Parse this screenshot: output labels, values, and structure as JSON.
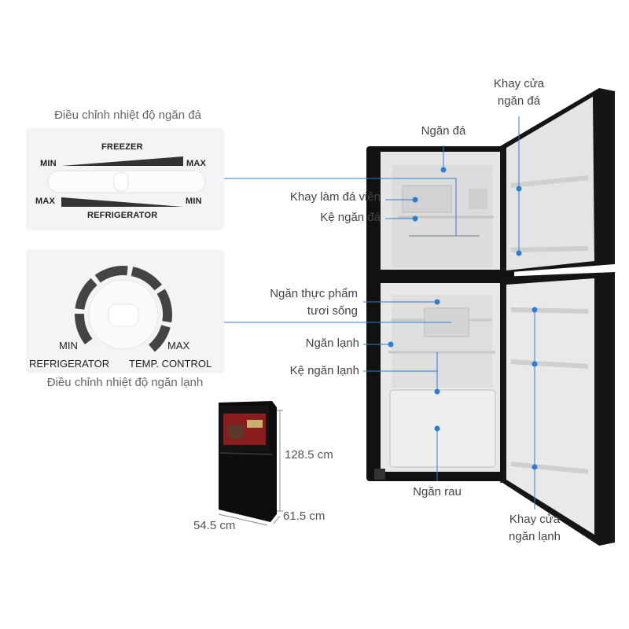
{
  "freezer_panel": {
    "caption": "Điều chỉnh nhiệt độ ngăn đá",
    "freezer_label": "FREEZER",
    "refrigerator_label": "REFRIGERATOR",
    "min_top": "MIN",
    "max_top": "MAX",
    "max_bottom": "MAX",
    "min_bottom": "MIN"
  },
  "fridge_panel": {
    "caption": "Điều chỉnh nhiệt độ ngăn lạnh",
    "min": "MIN",
    "max": "MAX",
    "refrigerator": "REFRIGERATOR",
    "temp_control": "TEMP. CONTROL"
  },
  "labels": {
    "khay_cua_ngan_da_1": "Khay cửa",
    "khay_cua_ngan_da_2": "ngăn đá",
    "ngan_da": "Ngăn đá",
    "khay_lam_da": "Khay làm đá viên",
    "ke_ngan_da": "Kệ ngăn đá",
    "ngan_thuc_pham_1": "Ngăn thực phẩm",
    "ngan_thuc_pham_2": "tươi sống",
    "ngan_lanh": "Ngăn lạnh",
    "ke_ngan_lanh": "Kệ ngăn lạnh",
    "ngan_rau": "Ngăn rau",
    "khay_cua_ngan_lanh_1": "Khay cửa",
    "khay_cua_ngan_lanh_2": "ngăn lạnh"
  },
  "dimensions": {
    "height": "128.5 cm",
    "depth": "61.5 cm",
    "width": "54.5 cm"
  },
  "colors": {
    "accent_blue": "#2a7fd4",
    "fridge_black": "#1a1a1a",
    "interior": "#e9e9e9"
  }
}
